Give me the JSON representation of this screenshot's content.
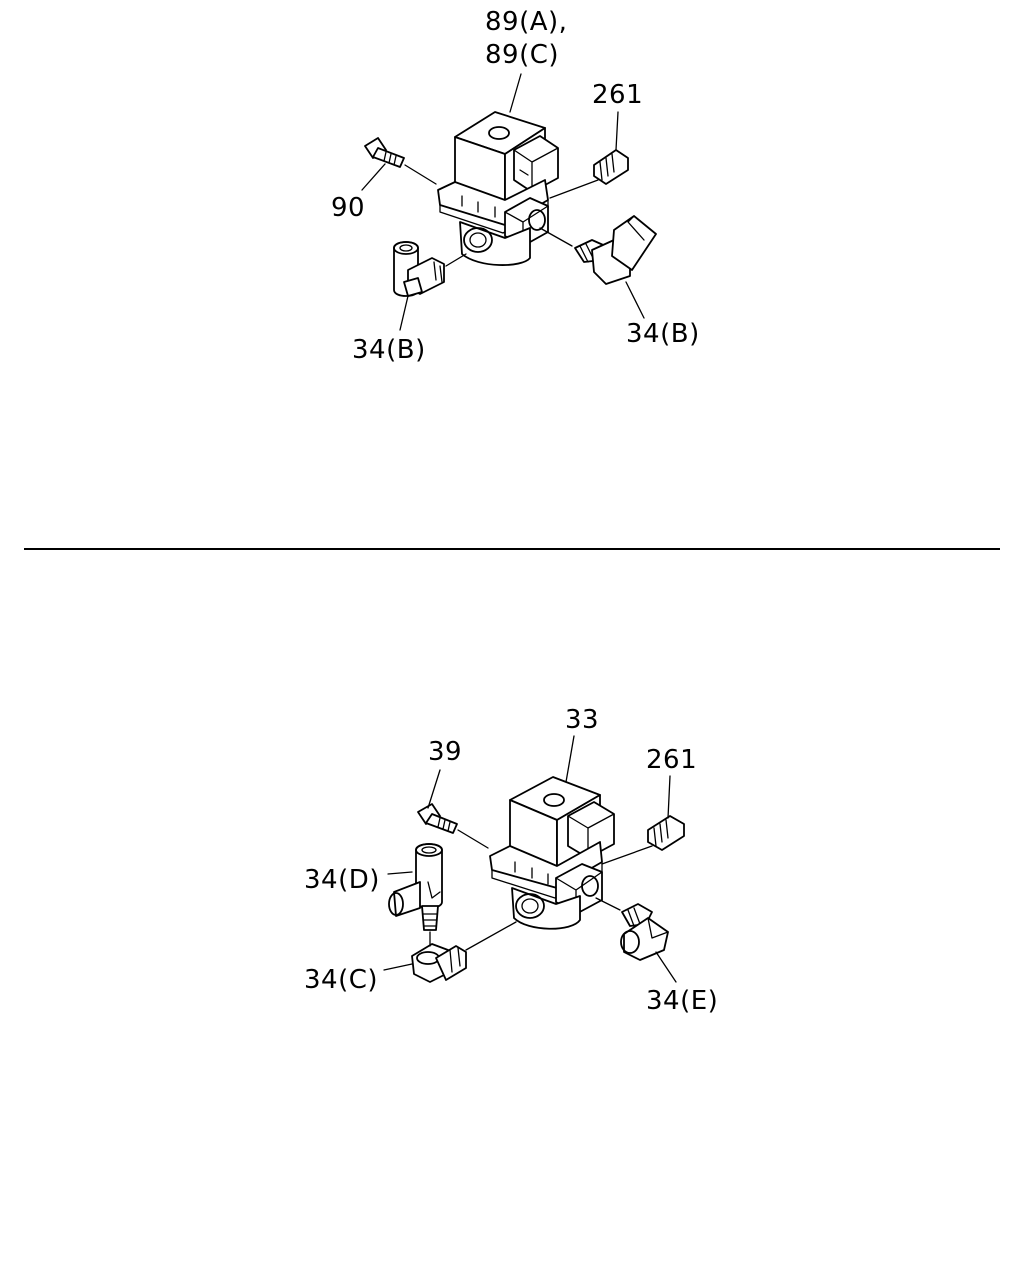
{
  "upper_assembly": {
    "labels": {
      "valve_a": "89(A),",
      "valve_c": "89(C)",
      "plug": "261",
      "bolt": "90",
      "fitting_left": "34(B)",
      "fitting_right": "34(B)"
    }
  },
  "lower_assembly": {
    "labels": {
      "valve": "33",
      "bolt": "39",
      "plug": "261",
      "tee_fitting": "34(D)",
      "elbow_fitting": "34(C)",
      "right_fitting": "34(E)"
    }
  }
}
